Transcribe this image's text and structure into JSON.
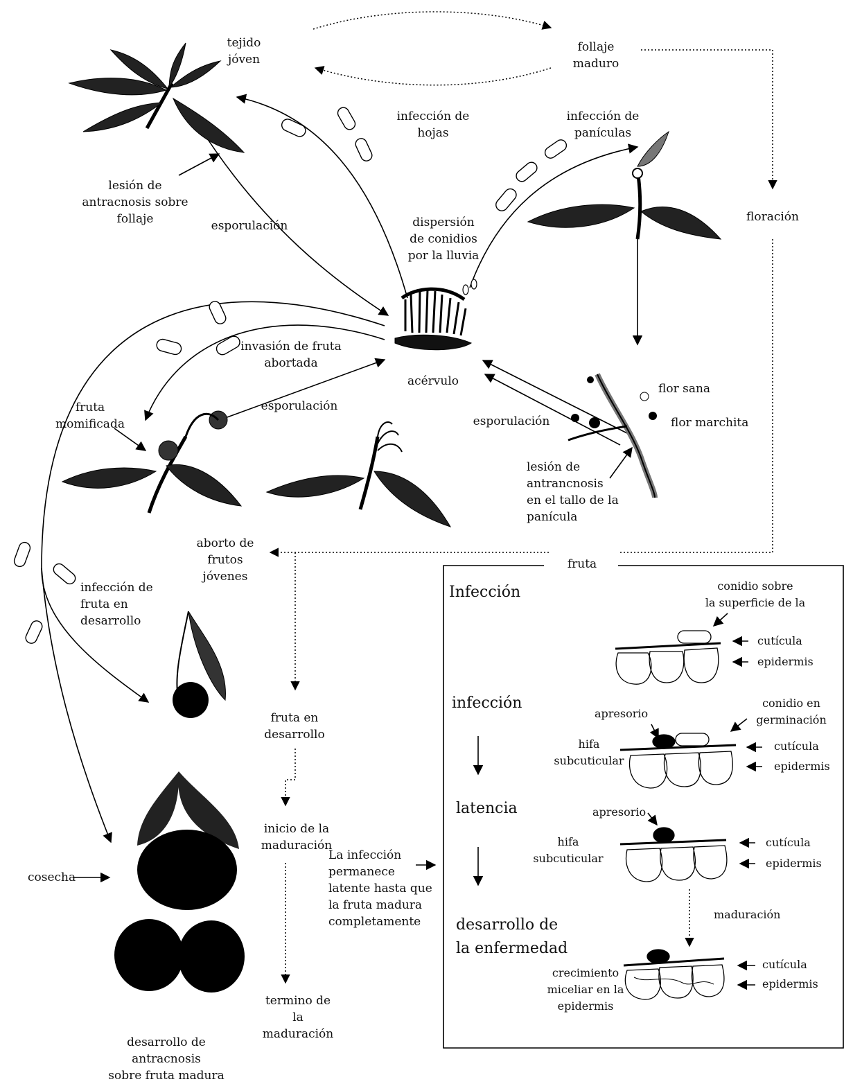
{
  "labels": {
    "tejido_joven": "tejido\njóven",
    "follaje_maduro": "follaje\nmaduro",
    "infeccion_hojas": "infección de\nhojas",
    "infeccion_paniculas": "infección de\npanículas",
    "lesion_follaje": "lesión de\nantracnosis sobre\nfollaje",
    "esporulacion_top": "esporulación",
    "dispersion": "dispersión\nde conidios\npor la lluvia",
    "floracion": "floración",
    "invasion_fruta": "invasión de fruta\nabortada",
    "acervulo": "acérvulo",
    "fruta_momificada": "fruta\nmomificada",
    "esporulacion_mid": "esporulación",
    "esporulacion_right": "esporulación",
    "flor_sana": "flor sana",
    "flor_marchita": "flor marchita",
    "lesion_tallo": "lesión de\nantrancnosis\nen el tallo de la\npanícula",
    "aborto_frutos": "aborto de\nfrutos\njóvenes",
    "fruta": "fruta",
    "infeccion_fruta_desarrollo": "infección de\nfruta en\ndesarrollo",
    "fruta_en_desarrollo": "fruta en\ndesarrollo",
    "inicio_maduracion": "inicio de la\nmaduración",
    "cosecha": "cosecha",
    "infeccion_latente": "La infección\npermanece\nlatente hasta que\nla fruta madura\ncompletamente",
    "termino_maduracion": "termino de\nla\nmaduración",
    "desarrollo_antracnosis": "desarrollo de\nantracnosis\nsobre fruta madura"
  },
  "box": {
    "stage_infeccion_title": "Infección",
    "stage_infeccion": "infección",
    "stage_latencia": "latencia",
    "stage_desarrollo": "desarrollo de\nla enfermedad",
    "conidio_superficie": "conidio sobre\nla superficie de la",
    "cuticula_1": "cutícula",
    "epidermis_1": "epidermis",
    "conidio_germinacion": "conidio en\ngerminación",
    "apresorio_1": "apresorio",
    "hifa_1": "hifa\nsubcuticular",
    "cuticula_2": "cutícula",
    "epidermis_2": "epidermis",
    "apresorio_2": "apresorio",
    "hifa_2": "hifa\nsubcuticular",
    "cuticula_3": "cutícula",
    "epidermis_3": "epidermis",
    "maduracion": "maduración",
    "crecimiento": "crecimiento\nmiceliar en la\nepidermis",
    "cuticula_4": "cutícula",
    "epidermis_4": "epidermis"
  }
}
